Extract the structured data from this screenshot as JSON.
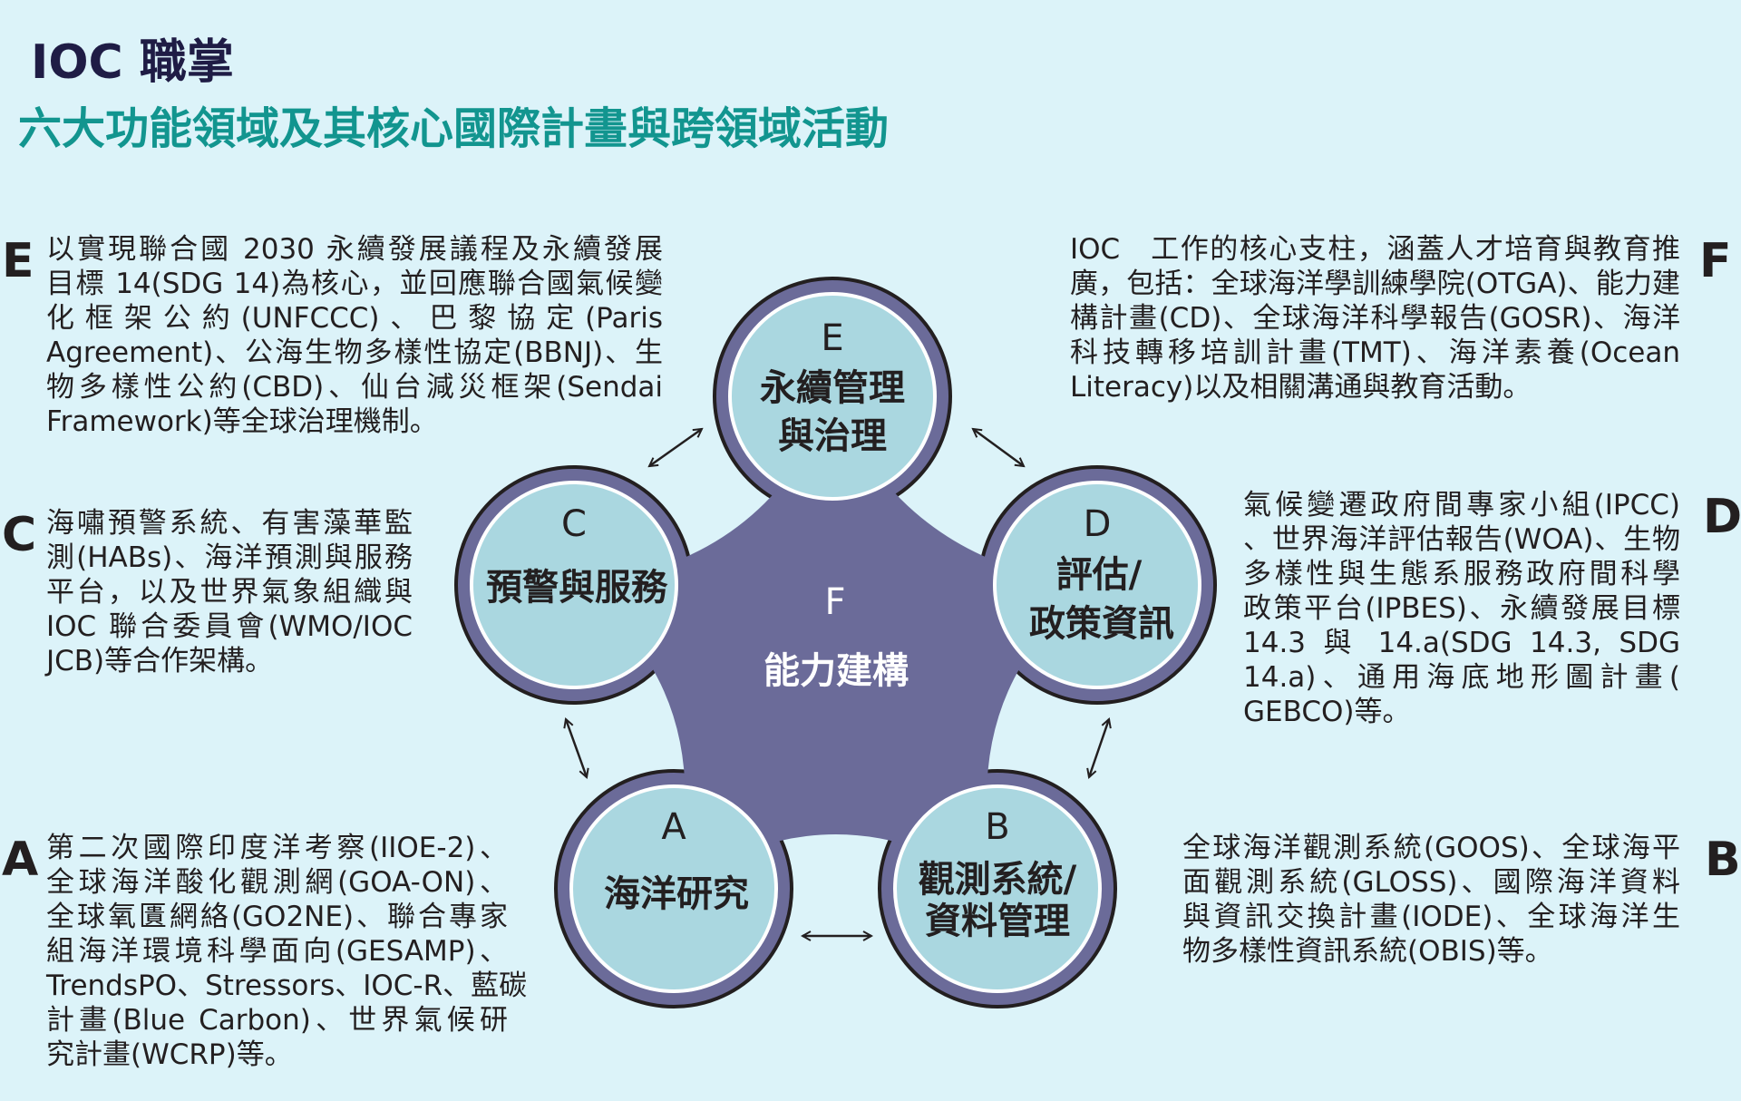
{
  "header": {
    "title": "IOC 職掌",
    "subtitle": "六大功能領域及其核心國際計畫與跨領域活動"
  },
  "colors": {
    "background": "#dcf3f9",
    "hub": "#6b6b99",
    "circle_fill": "#aad7e0",
    "title": "#1f1c45",
    "subtitle": "#12958f"
  },
  "diagram": {
    "center": {
      "letter": "F",
      "label": "能力建構"
    },
    "nodes": {
      "E": {
        "letter": "E",
        "lines": [
          "永續管理",
          "與治理"
        ]
      },
      "C": {
        "letter": "C",
        "lines": [
          "預警與服務"
        ]
      },
      "D": {
        "letter": "D",
        "lines": [
          "評估/",
          "政策資訊"
        ]
      },
      "A": {
        "letter": "A",
        "lines": [
          "海洋研究"
        ]
      },
      "B": {
        "letter": "B",
        "lines": [
          "觀測系統/",
          "資料管理"
        ]
      }
    }
  },
  "descriptions": {
    "E": {
      "letter": "E",
      "lines": [
        "以實現聯合國 2030 永續發展議程及永續發展",
        "目標 14(SDG 14)為核心，並回應聯合國氣候變",
        "化框架公約(UNFCCC)、巴黎協定(Paris",
        "Agreement)、公海生物多樣性協定(BBNJ)、生",
        "物多樣性公約(CBD)、仙台減災框架(Sendai",
        "Framework)等全球治理機制。"
      ]
    },
    "F": {
      "letter": "F",
      "lines": [
        "IOC　工作的核心支柱，涵蓋人才培育與教育推",
        "廣，包括：全球海洋學訓練學院(OTGA)、能力建",
        "構計畫(CD)、全球海洋科學報告(GOSR)、海洋",
        "科技轉移培訓計畫(TMT)、海洋素養(Ocean",
        "Literacy)以及相關溝通與教育活動。"
      ]
    },
    "C": {
      "letter": "C",
      "lines": [
        "海嘯預警系統、有害藻華監",
        "測(HABs)、海洋預測與服務",
        "平台，以及世界氣象組織與",
        "IOC 聯合委員會(WMO/IOC",
        "JCB)等合作架構。"
      ]
    },
    "D": {
      "letter": "D",
      "lines": [
        "氣候變遷政府間專家小組(IPCC)",
        "、世界海洋評估報告(WOA)、生物",
        "多樣性與生態系服務政府間科學",
        "政策平台(IPBES)、永續發展目標",
        "14.3 與 14.a(SDG 14.3, SDG",
        "14.a)、通用海底地形圖計畫(",
        "GEBCO)等。"
      ]
    },
    "A": {
      "letter": "A",
      "lines": [
        "第二次國際印度洋考察(IIOE-2)、",
        "全球海洋酸化觀測網(GOA-ON)、",
        "全球氧匱網絡(GO2NE)、聯合專家",
        "組海洋環境科學面向(GESAMP)、",
        "TrendsPO、Stressors、IOC-R、藍碳",
        "計畫(Blue Carbon)、世界氣候研",
        "究計畫(WCRP)等。"
      ]
    },
    "B": {
      "letter": "B",
      "lines": [
        "全球海洋觀測系統(GOOS)、全球海平",
        "面觀測系統(GLOSS)、國際海洋資料",
        "與資訊交換計畫(IODE)、全球海洋生",
        "物多樣性資訊系統(OBIS)等。"
      ]
    }
  }
}
